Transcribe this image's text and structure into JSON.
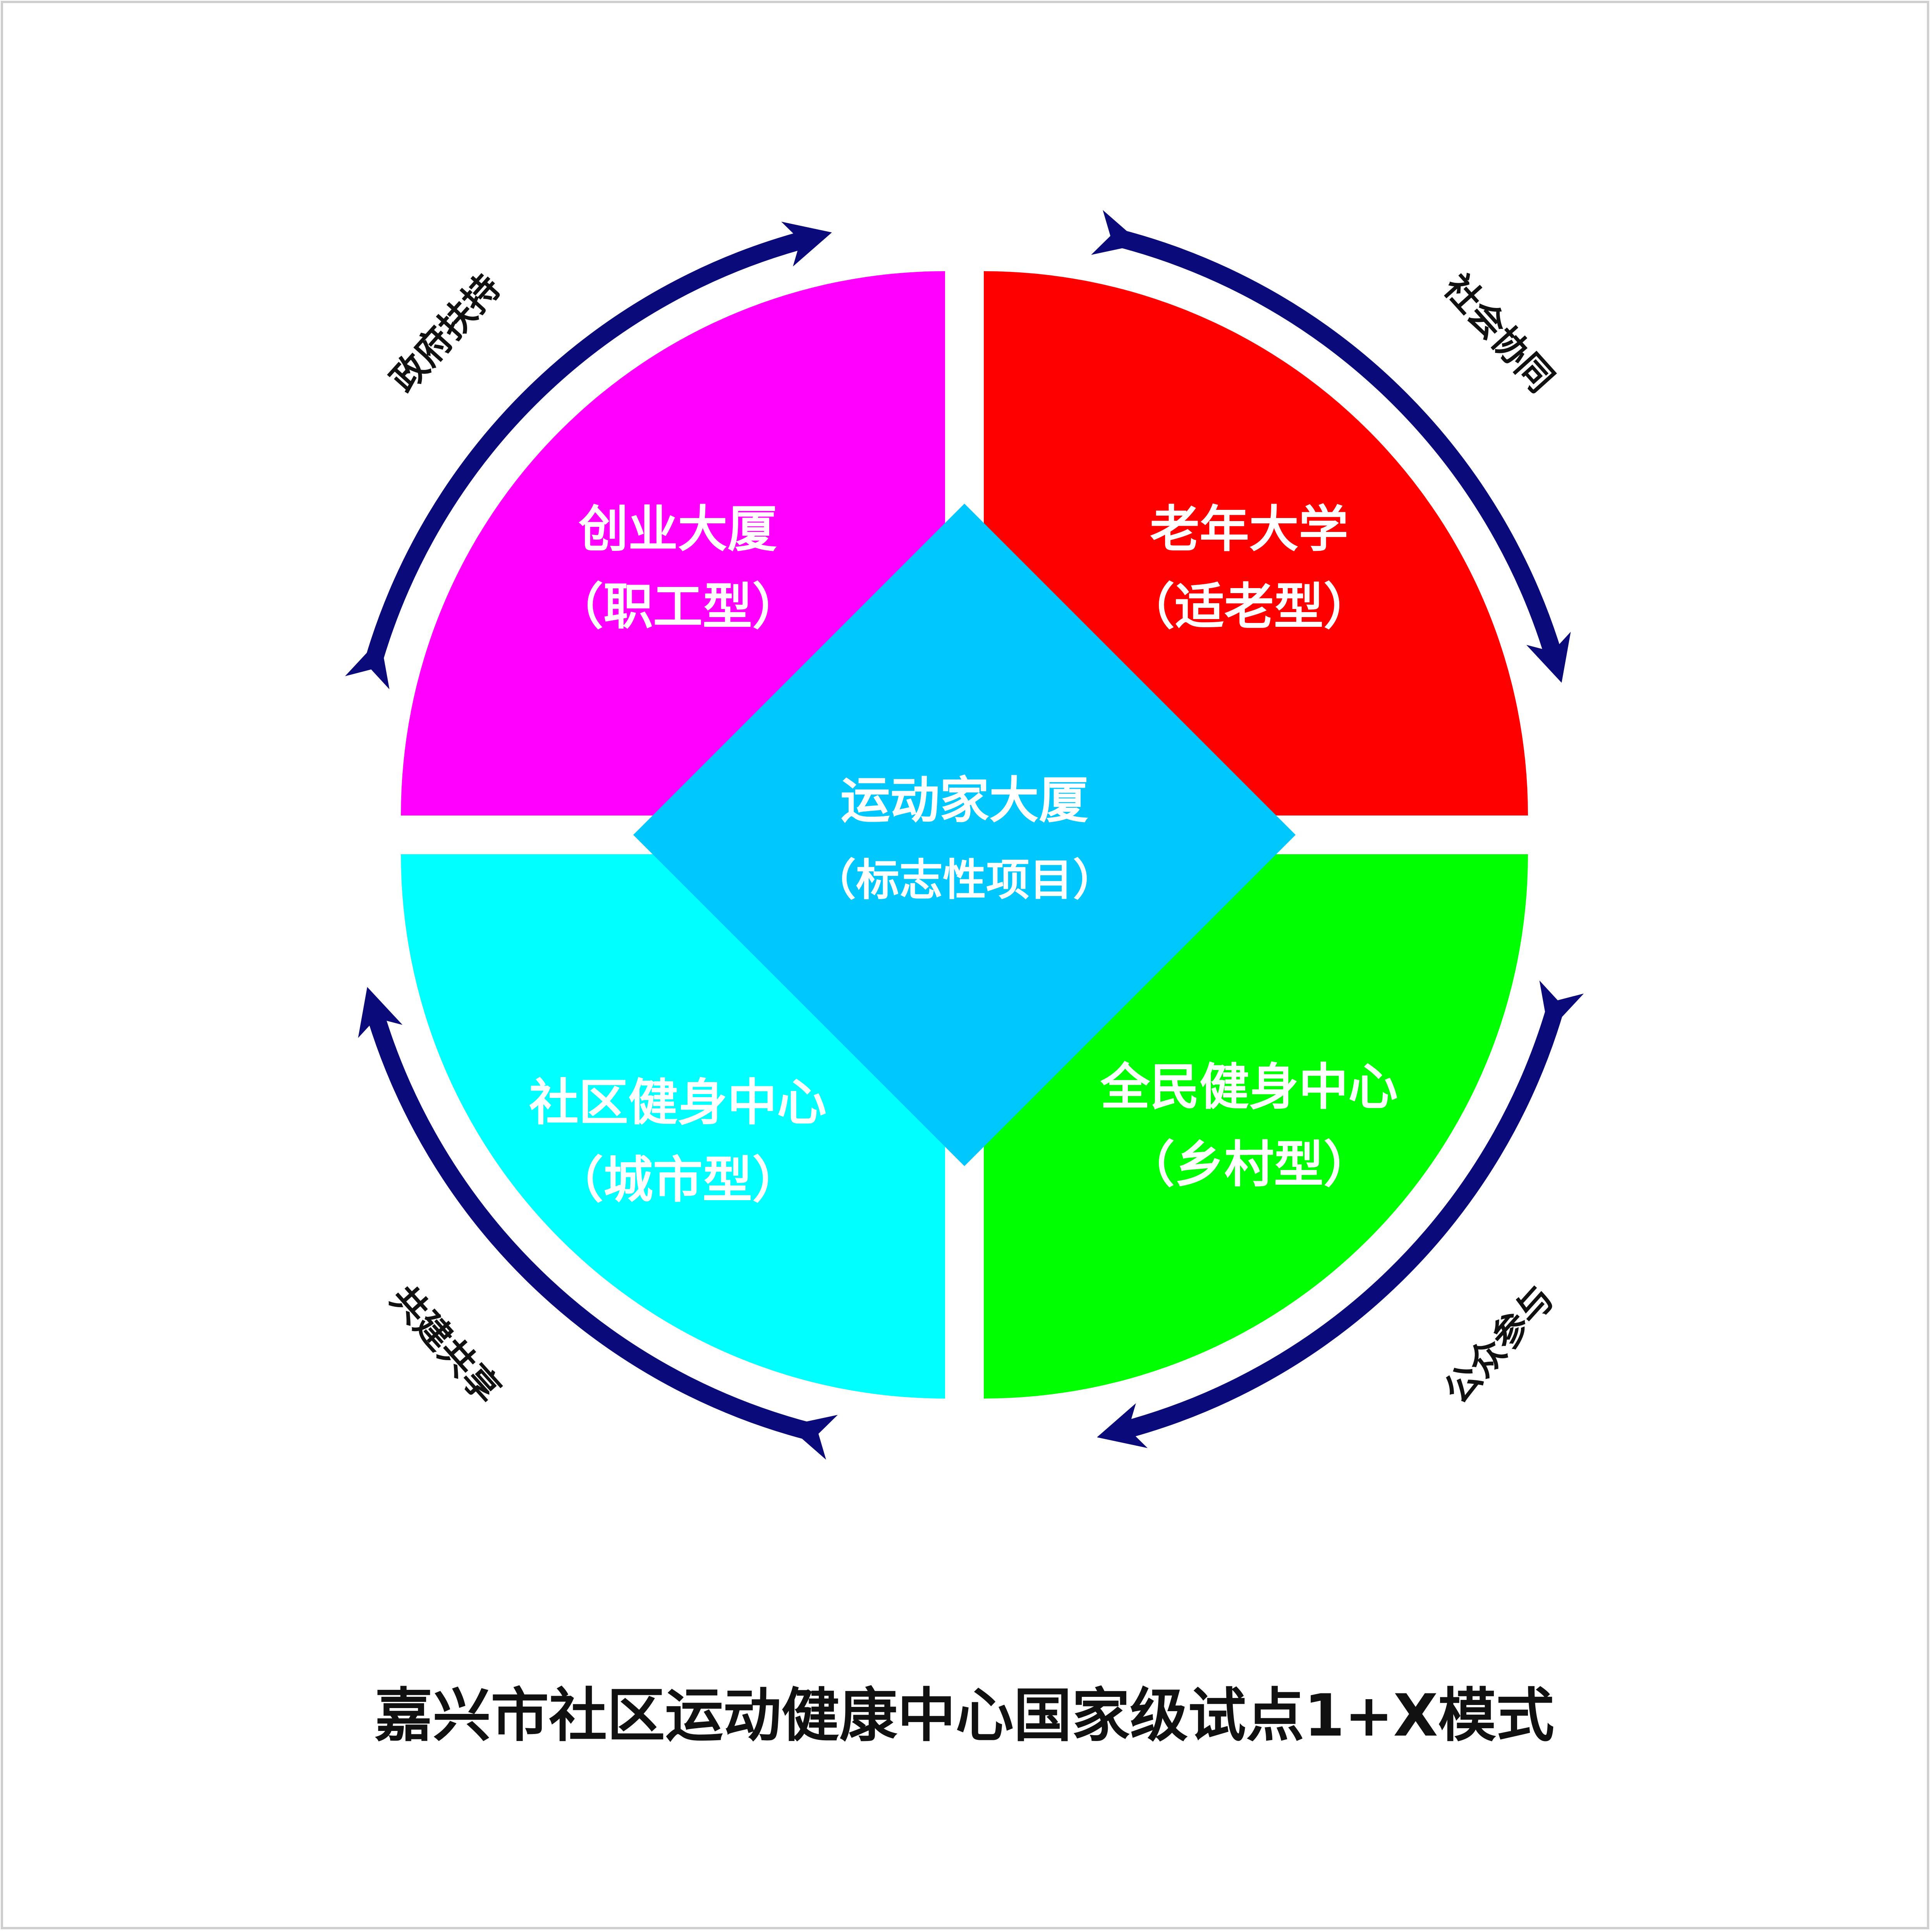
{
  "title": "嘉兴市社区运动健康中心国家级试点1+X模式",
  "center": {
    "line1": "运动家大厦",
    "line2": "（标志性项目）"
  },
  "quadrants": {
    "top_left": {
      "line1": "创业大厦",
      "line2": "（职工型）"
    },
    "top_right": {
      "line1": "老年大学",
      "line2": "（适老型）"
    },
    "bottom_left": {
      "line1": "社区健身中心",
      "line2": "（城市型）"
    },
    "bottom_right": {
      "line1": "全民健身中心",
      "line2": "（乡村型）"
    }
  },
  "arc_labels": {
    "top_left": "政府扶持",
    "top_right": "社会协同",
    "bottom_left": "共建共享",
    "bottom_right": "公众参与"
  },
  "colors": {
    "top_left": "#FF00FF",
    "top_right": "#FF0000",
    "bottom_left": "#00FFFF",
    "bottom_right": "#00FF00",
    "center": "#00C8FF",
    "arrows": "#0A0A7A"
  }
}
